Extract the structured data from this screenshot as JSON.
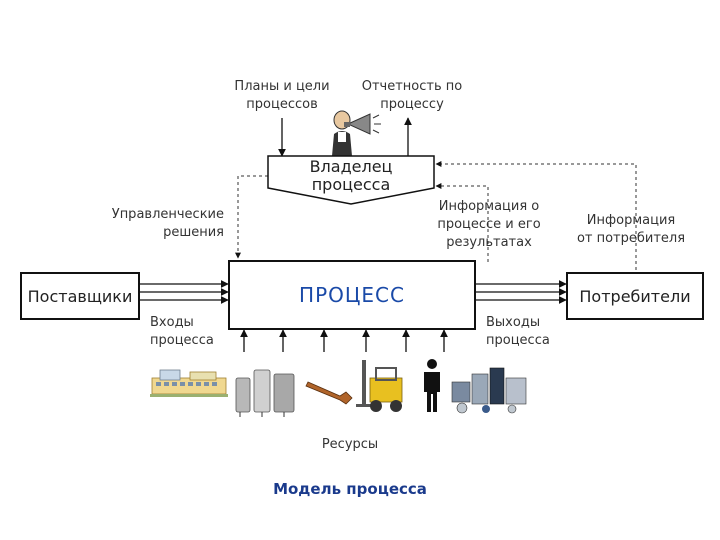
{
  "top_labels": {
    "plans": "Планы и цели\nпроцессов",
    "reporting": "Отчетность по\nпроцессу"
  },
  "owner": {
    "label": "Владелец\nпроцесса"
  },
  "decisions": "Управленческие\nрешения",
  "info_process": "Информация о\nпроцессе и его\nрезультатах",
  "info_consumer": "Информация\nот потребителя",
  "suppliers": "Поставщики",
  "process": "ПРОЦЕСС",
  "consumers": "Потребители",
  "inputs": "Входы\nпроцесса",
  "outputs": "Выходы\nпроцесса",
  "resources": "Ресурсы",
  "caption": "Модель процесса",
  "colors": {
    "process_title": "#1a4aa8",
    "caption": "#1a3a8c",
    "border": "#111111"
  },
  "icons": [
    "megaphone-person-icon",
    "factory-icon",
    "industrial-tanks-icon",
    "wrench-icon",
    "forklift-icon",
    "worker-icon",
    "equipment-icon"
  ]
}
